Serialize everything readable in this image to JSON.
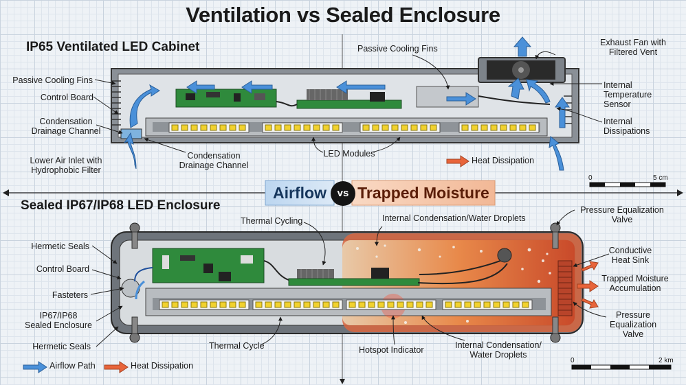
{
  "title": "Ventilation vs Sealed Enclosure",
  "top": {
    "heading": "IP65 Ventilated LED Cabinet",
    "labels": {
      "passive_fins_left": "Passive Cooling Fins",
      "control_board": "Control Board",
      "condensation_left": "Condensation\nDrainage Channel",
      "lower_inlet": "Lower Air Inlet with\nHydrophobic Filter",
      "condensation_bottom": "Condensation\nDrainage Channel",
      "led_modules": "LED Modules",
      "passive_fins_top": "Passive Cooling Fins",
      "exhaust_fan": "Exhaust Fan with\nFiltered Vent",
      "temp_sensor": "Internal\nTemperature\nSensor",
      "dissipations": "Internal\nDissipations",
      "heat_dissipation": "Heat Dissipation"
    },
    "scale": {
      "start": "0",
      "end": "5 cm"
    }
  },
  "center": {
    "left": "Airflow",
    "vs": "vs",
    "right": "Trapped Moisture"
  },
  "bottom": {
    "heading": "Sealed IP67/IP68 LED Enclosure",
    "labels": {
      "hermetic_top": "Hermetic Seals",
      "control_board": "Control Board",
      "fasteters": "Fasteters",
      "sealed_enclosure": "IP67/IP68\nSealed Enclosure",
      "hermetic_bottom": "Hermetic Seals",
      "thermal_cycling": "Thermal Cycling",
      "thermal_cycle": "Thermal Cycle",
      "condensation_top": "Internal Condensation/Water Droplets",
      "hotspot": "Hotspot Indicator",
      "condensation_bottom": "Internal Condensation/\nWater Droplets",
      "pressure_top": "Pressure Equalization\nValve",
      "heat_sink": "Conductive\nHeat Sink",
      "trapped": "Trapped Moisture\nAccumulation",
      "pressure_bottom": "Pressure\nEqualization\nValve"
    },
    "legend": {
      "airflow": "Airflow Path",
      "heat": "Heat Dissipation"
    },
    "scale": {
      "start": "0",
      "end": "2 km"
    }
  },
  "colors": {
    "airflow": "#4a90d9",
    "heat": "#e8643a",
    "board": "#2f8a3c",
    "led": "#f2d22e"
  }
}
